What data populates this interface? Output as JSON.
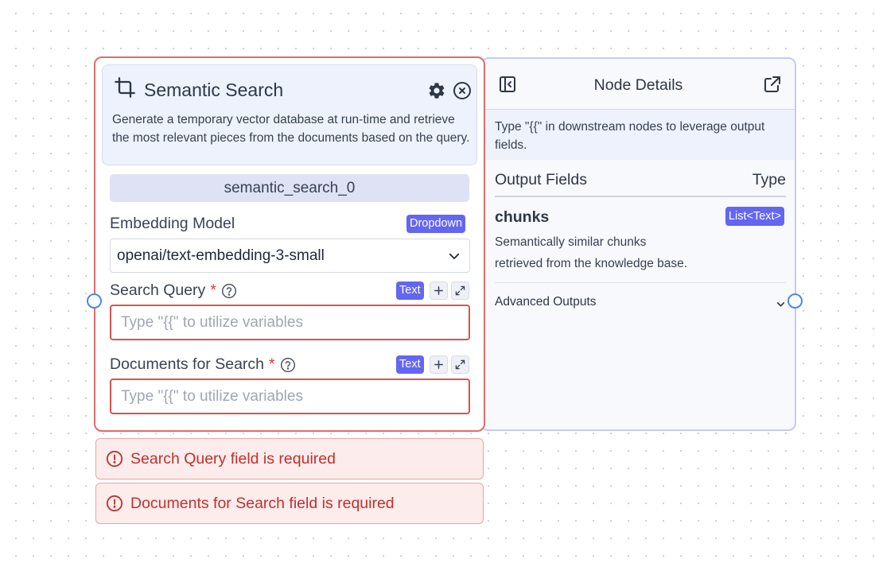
{
  "node": {
    "title": "Semantic Search",
    "description": "Generate a temporary vector database at run-time and retrieve the most relevant pieces from the documents based on the query.",
    "id": "semantic_search_0",
    "embedding": {
      "label": "Embedding Model",
      "badge": "Dropdown",
      "value": "openai/text-embedding-3-small"
    },
    "search_query": {
      "label": "Search Query",
      "required_mark": "*",
      "badge": "Text",
      "placeholder": "Type \"{{\" to utilize variables"
    },
    "documents": {
      "label": "Documents for Search",
      "required_mark": "*",
      "badge": "Text",
      "placeholder": "Type \"{{\" to utilize variables"
    }
  },
  "errors": [
    "Search Query field is required",
    "Documents for Search field is required"
  ],
  "panel": {
    "title": "Node Details",
    "hint": "Type \"{{\" in downstream nodes to leverage output fields.",
    "output_fields_label": "Output Fields",
    "type_label": "Type",
    "field_name": "chunks",
    "field_type": "List<Text>",
    "field_desc_line1": "Semantically similar chunks",
    "field_desc_line2": "retrieved from the knowledge base.",
    "advanced": "Advanced Outputs"
  },
  "icons": {
    "title": "crop-icon",
    "settings": "gear-icon",
    "close": "close-circle-icon",
    "help": "help-circle-icon",
    "add": "plus-icon",
    "expand": "expand-icon",
    "chevron": "chevron-down-icon",
    "error": "error-circle-icon",
    "collapse": "sidebar-collapse-icon",
    "external": "external-link-icon"
  },
  "colors": {
    "accent": "#6366f1",
    "error": "#c0312b",
    "node_border": "#e06c6c",
    "handle": "#4a86e8"
  }
}
